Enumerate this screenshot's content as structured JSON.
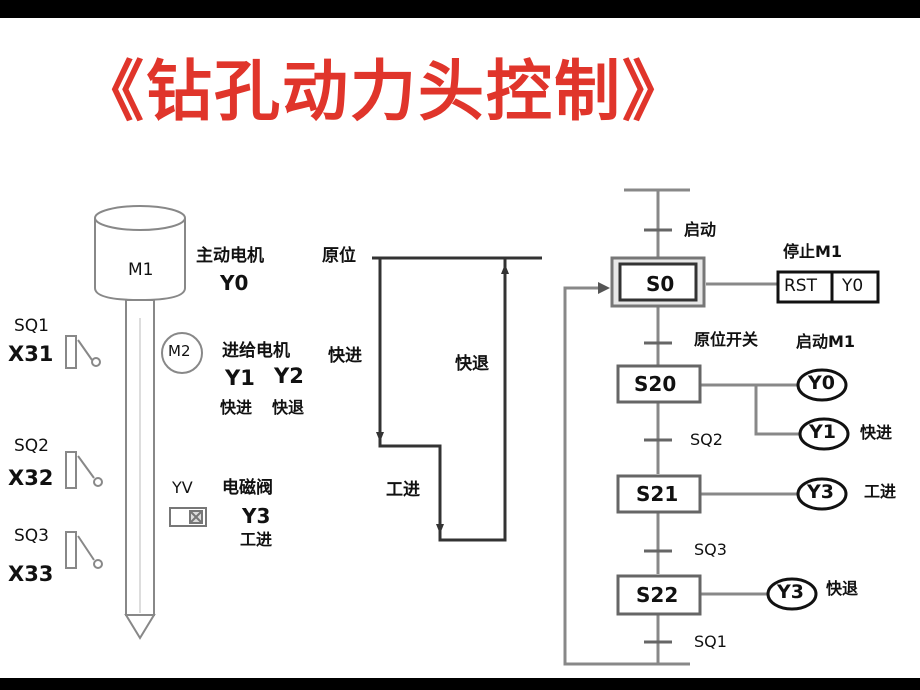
{
  "title": "《钻孔动力头控制》",
  "machine": {
    "motor1": "M1",
    "motor1_desc": "主动电机",
    "motor1_out": "Y0",
    "motor2": "M2",
    "motor2_desc": "进给电机",
    "motor2_out_fast": "Y1",
    "motor2_out_back": "Y2",
    "fast_forward": "快进",
    "fast_back": "快退",
    "valve": "YV",
    "valve_desc": "电磁阀",
    "valve_out": "Y3",
    "work_feed": "工进",
    "switches": [
      {
        "name": "SQ1",
        "input": "X31"
      },
      {
        "name": "SQ2",
        "input": "X32"
      },
      {
        "name": "SQ3",
        "input": "X33"
      }
    ]
  },
  "motion": {
    "origin": "原位",
    "fast_forward": "快进",
    "work_feed": "工进",
    "fast_back": "快退"
  },
  "sfc": {
    "start": "启动",
    "s0": "S0",
    "stop_m1": "停止M1",
    "rst": "RST",
    "rst_target": "Y0",
    "t1": "原位开关",
    "start_m1": "启动M1",
    "s20": "S20",
    "s20_out1": "Y0",
    "s20_out2": "Y1",
    "s20_out2_label": "快进",
    "t2": "SQ2",
    "s21": "S21",
    "s21_out": "Y3",
    "s21_out_label": "工进",
    "t3": "SQ3",
    "s22": "S22",
    "s22_out": "Y3",
    "s22_out_label": "快退",
    "t4": "SQ1"
  }
}
